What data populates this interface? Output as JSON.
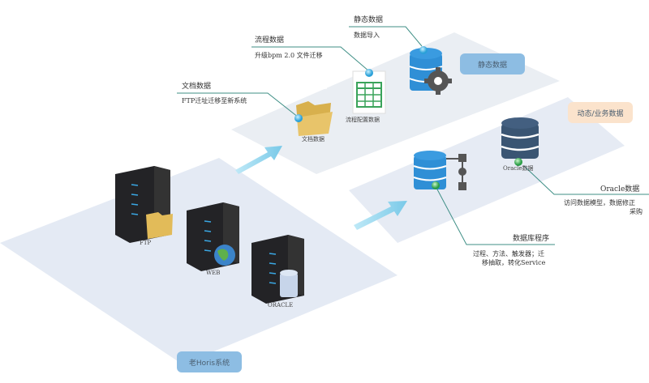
{
  "labels": {
    "static_data": {
      "title": "静态数据",
      "desc": "数据导入"
    },
    "process_data": {
      "title": "流程数据",
      "desc": "升级bpm 2.0 文件迁移"
    },
    "doc_data": {
      "title": "文档数据",
      "desc": "FTP迁址迁移至新系统"
    },
    "oracle_data": {
      "title": "Oracle数据",
      "desc_line1": "访问数据模型，数据修正",
      "desc_line2": "采购"
    },
    "db_program": {
      "title": "数据库程序",
      "desc_line1": "过程、方法、触发器；迁",
      "desc_line2": "移抽取，转化Service"
    }
  },
  "tags": {
    "static": "静态数据",
    "dynamic": "动态/业务数据",
    "legacy": "老Horis系统"
  },
  "captions": {
    "folder": "文档数据",
    "spreadsheet": "流程配置数据",
    "oracle_db": "Oracle数据",
    "ftp_server": "FTP",
    "web_server": "WEB",
    "oracle_server": "ORACLE"
  },
  "colors": {
    "platform": "#e6ecf4",
    "tag_blue": "#8dbde3",
    "tag_orange": "#fbe3cc",
    "arrow": "#8fd3ec",
    "leader_line": "#3f8f86",
    "db_blue": "#2f8fd6",
    "db_navy": "#3a5573"
  }
}
